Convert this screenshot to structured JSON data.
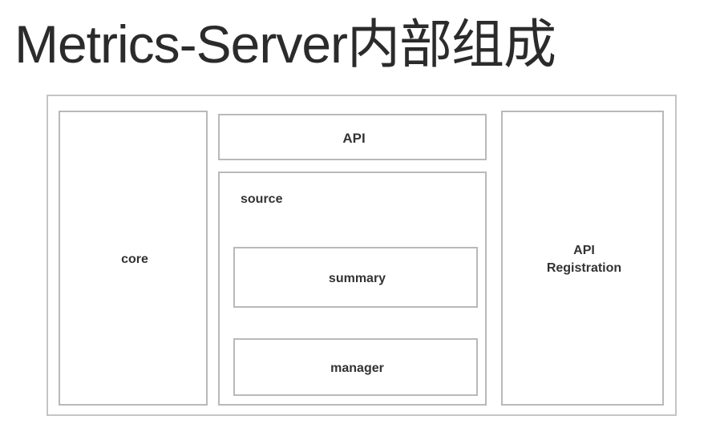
{
  "title": "Metrics-Server内部组成",
  "diagram": {
    "type": "nested-block-diagram",
    "background_color": "#ffffff",
    "border_color": "#b9b9b9",
    "text_color": "#333333",
    "title_color": "#2b2b2b",
    "outer_container": {
      "label": "",
      "children": [
        {
          "name": "core",
          "label": "core",
          "column": "left"
        },
        {
          "name": "api",
          "label": "API",
          "column": "middle"
        },
        {
          "name": "source",
          "label": "source",
          "column": "middle",
          "children": [
            {
              "name": "summary",
              "label": "summary"
            },
            {
              "name": "manager",
              "label": "manager"
            }
          ]
        },
        {
          "name": "api-registration",
          "label_line1": "API",
          "label_line2": "Registration",
          "column": "right"
        }
      ]
    }
  }
}
